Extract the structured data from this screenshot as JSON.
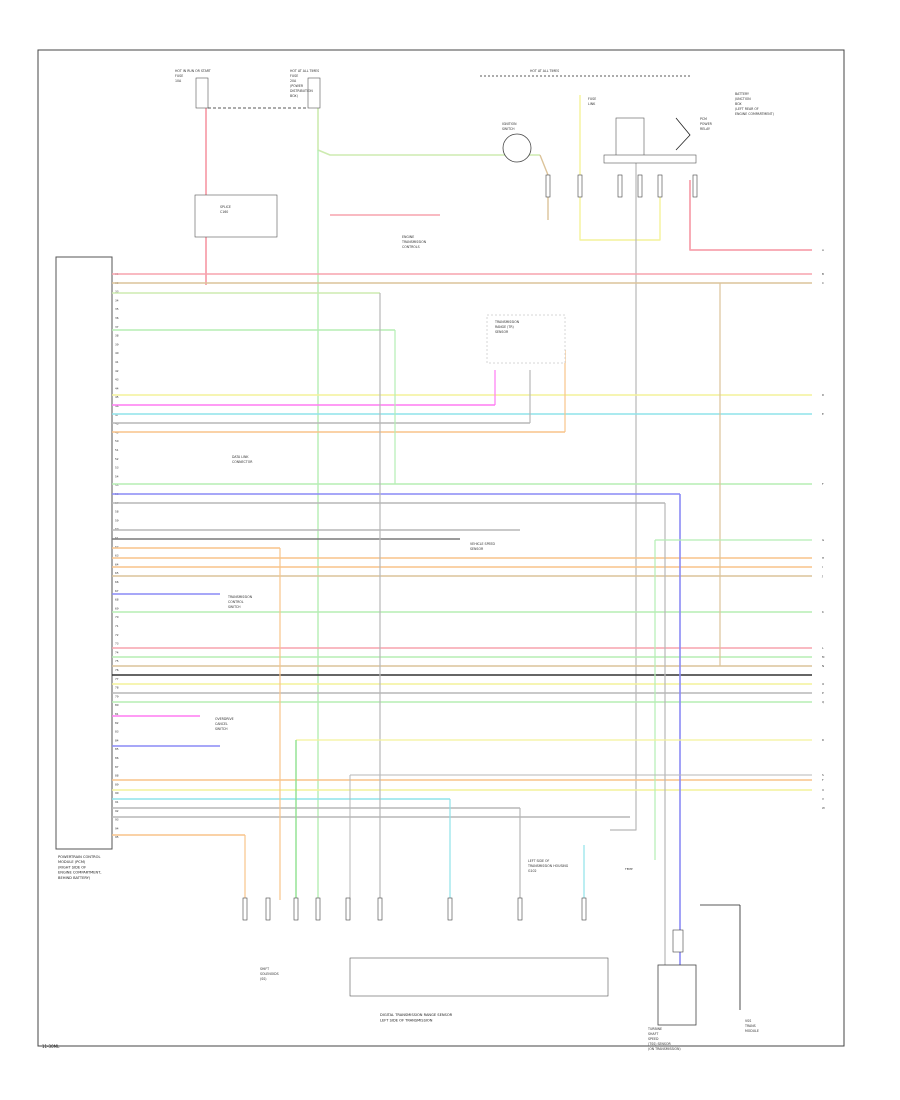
{
  "diagram": {
    "footer_code": "11-30ML",
    "ecm_caption": [
      "POWERTRAIN CONTROL",
      "MODULE (PCM)",
      "(RIGHT SIDE OF",
      "ENGINE COMPARTMENT,",
      "BEHIND BATTERY)"
    ],
    "top_labels": {
      "hot_run": [
        "HOT IN RUN OR START",
        "FUSE",
        "10A"
      ],
      "hot_all": [
        "HOT AT ALL TIMES",
        "FUSE",
        "20A",
        "(POWER",
        "DISTRIBUTION",
        "BOX)"
      ],
      "hot_at_all": "HOT AT ALL TIMES",
      "fuse_link": [
        "FUSE",
        "LINK"
      ],
      "battery": [
        "BATTERY",
        "JUNCTION",
        "BOX",
        "(LEFT REAR OF",
        "ENGINE COMPARTMENT)"
      ],
      "relay": [
        "PCM",
        "POWER",
        "RELAY"
      ],
      "ignition": [
        "IGNITION",
        "SWITCH"
      ],
      "splice": [
        "SPLICE",
        "C160"
      ]
    },
    "mid_labels": {
      "ecm_ground": [
        "ENGINE",
        "TRANSMISSION",
        "CONTROLS"
      ],
      "tcc": [
        "TRANSMISSION",
        "RANGE (TR)",
        "SENSOR"
      ],
      "obd": [
        "DATA LINK",
        "CONNECTOR"
      ],
      "spd": [
        "VEHICLE SPEED",
        "SENSOR"
      ],
      "ctrl": [
        "TRANSMISSION",
        "CONTROL",
        "SWITCH"
      ],
      "od": [
        "OVERDRIVE",
        "CANCEL",
        "SWITCH"
      ],
      "left_splice": [
        "LEFT SIDE OF",
        "TRANSMISSION HOUSING",
        "G102"
      ],
      "crank_term": "TEMP"
    },
    "bottom_labels": {
      "trans_sol": [
        "DIGITAL TRANSMISSION RANGE SENSOR",
        "LEFT SIDE OF TRANSMISSION"
      ],
      "shift_sol": [
        "SHIFT",
        "SOLENOIDS",
        "(SS)"
      ],
      "tss": [
        "TURBINE",
        "SHAFT",
        "SPEED",
        "(TSS) SENSOR",
        "(ON TRANSMISSION)"
      ],
      "vss": [
        "VSS",
        "TRANS",
        "MODULE"
      ]
    },
    "pcm_pins": [
      "31",
      "32",
      "33",
      "34",
      "35",
      "36",
      "37",
      "38",
      "39",
      "40",
      "41",
      "42",
      "43",
      "44",
      "45",
      "46",
      "47",
      "48",
      "49",
      "50",
      "51",
      "52",
      "53",
      "54",
      "55",
      "56",
      "57",
      "58",
      "59",
      "60",
      "61",
      "62",
      "63",
      "64",
      "65",
      "66",
      "67",
      "68",
      "69",
      "70",
      "71",
      "72",
      "73",
      "74",
      "75",
      "76",
      "77",
      "78",
      "79",
      "80",
      "81",
      "82",
      "83",
      "84",
      "85",
      "86",
      "87",
      "88",
      "89",
      "90",
      "91",
      "92",
      "93",
      "94",
      "95"
    ],
    "right_refs": [
      "A",
      "B",
      "C",
      "D",
      "E",
      "F",
      "G",
      "H",
      "I",
      "J",
      "K",
      "L",
      "M",
      "N",
      "O",
      "P",
      "Q",
      "R",
      "S",
      "T",
      "U",
      "V",
      "W"
    ],
    "colors": {
      "red": "#f7a3ae",
      "yellow": "#f4f29a",
      "yel_grn": "#cdebb0",
      "green": "#8ee08f",
      "magenta": "#ff7cf2",
      "cyan": "#8fe3ea",
      "teal": "#6fd8c8",
      "orange": "#f8c48a",
      "tan": "#dcc39a",
      "lgreen": "#b5eeb4",
      "blue": "#8a8af5",
      "grey": "#b7b7b7",
      "dgrey": "#7a7a7a",
      "black": "#333333",
      "white": "#e3e3e3"
    }
  }
}
